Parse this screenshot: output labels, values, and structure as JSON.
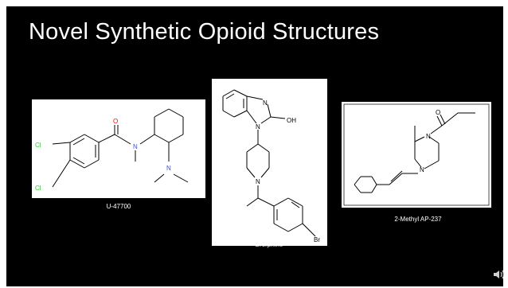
{
  "slide": {
    "title": "Novel Synthetic Opioid Structures",
    "background_color": "#000000",
    "title_color": "#ffffff"
  },
  "molecules": [
    {
      "caption": "U-47700",
      "atom_labels": {
        "cl_top": "Cl",
        "cl_bottom": "Cl",
        "oxygen": "O",
        "n_amide": "N",
        "n_amine": "N"
      },
      "colors": {
        "chlorine": "#33cc33",
        "oxygen": "#ff0000",
        "nitrogen": "#3050f8"
      }
    },
    {
      "caption": "Brorphine",
      "atom_labels": {
        "n_top": "N",
        "n_benz": "N",
        "oh": "OH",
        "n_pip": "N",
        "br": "Br"
      }
    },
    {
      "caption": "2-Methyl AP-237",
      "atom_labels": {
        "o": "O",
        "n_top": "N",
        "n_bottom": "N"
      }
    }
  ],
  "controls": {
    "audio_icon": "speaker-icon"
  }
}
